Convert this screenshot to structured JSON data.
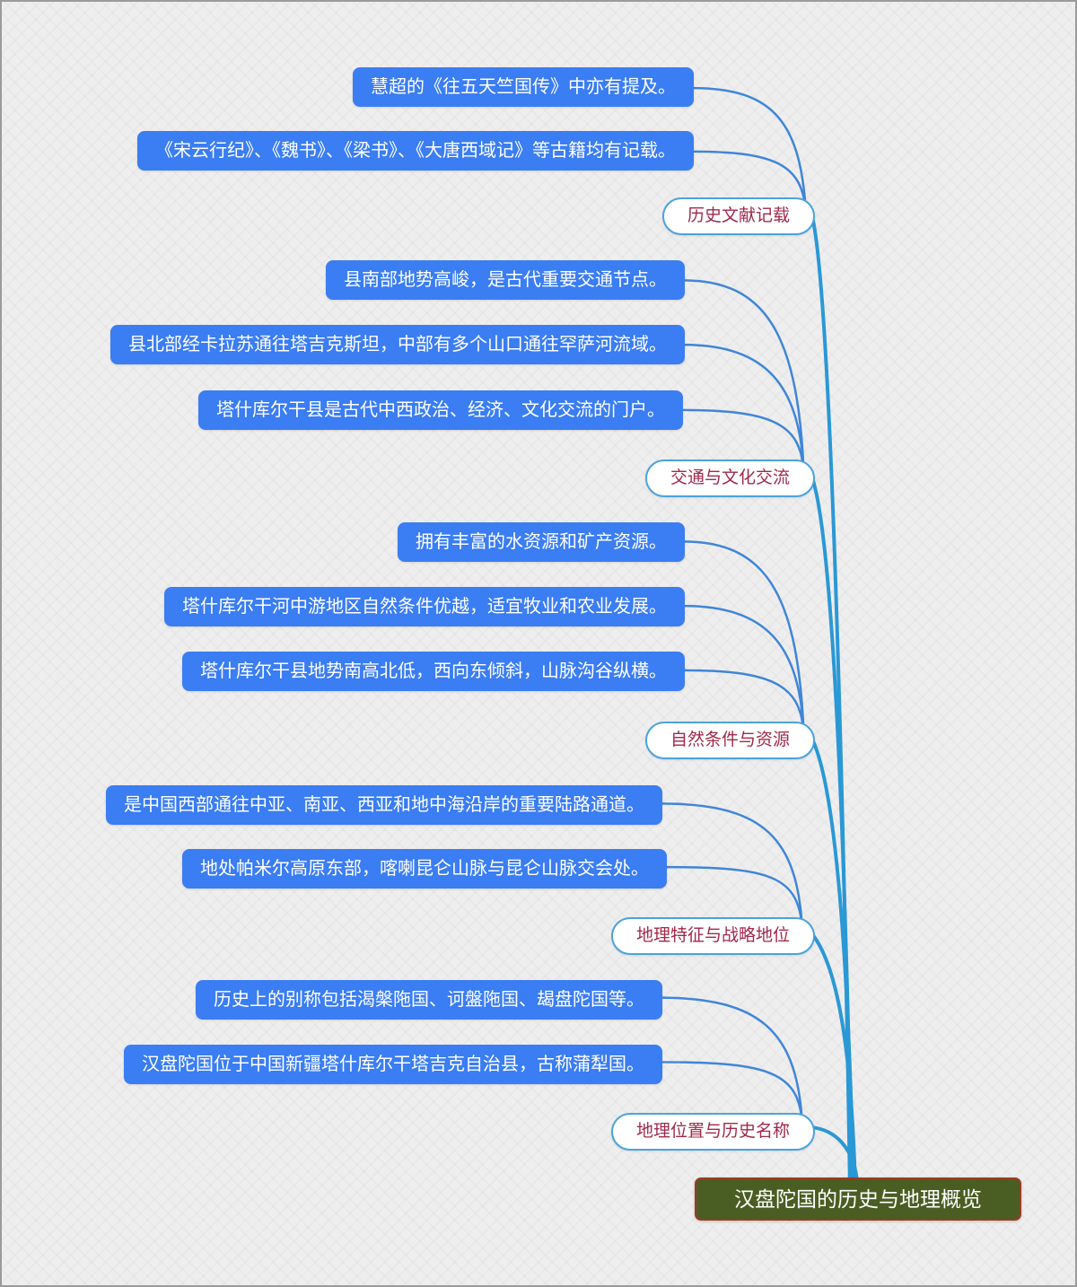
{
  "root": {
    "label": "汉盘陀国的历史与地理概览"
  },
  "branches": [
    {
      "label": "历史文献记载",
      "leaves": [
        "慧超的《往五天竺国传》中亦有提及。",
        "《宋云行纪》、《魏书》、《梁书》、《大唐西域记》等古籍均有记载。"
      ]
    },
    {
      "label": "交通与文化交流",
      "leaves": [
        "县南部地势高峻，是古代重要交通节点。",
        "县北部经卡拉苏通往塔吉克斯坦，中部有多个山口通往罕萨河流域。",
        "塔什库尔干县是古代中西政治、经济、文化交流的门户。"
      ]
    },
    {
      "label": "自然条件与资源",
      "leaves": [
        "拥有丰富的水资源和矿产资源。",
        "塔什库尔干河中游地区自然条件优越，适宜牧业和农业发展。",
        "塔什库尔干县地势南高北低，西向东倾斜，山脉沟谷纵横。"
      ]
    },
    {
      "label": "地理特征与战略地位",
      "leaves": [
        "是中国西部通往中亚、南亚、西亚和地中海沿岸的重要陆路通道。",
        "地处帕米尔高原东部，喀喇昆仑山脉与昆仑山脉交会处。"
      ]
    },
    {
      "label": "地理位置与历史名称",
      "leaves": [
        "历史上的别称包括渴槃陁国、诃盤陁国、朅盘陀国等。",
        "汉盘陀国位于中国新疆塔什库尔干塔吉克自治县，古称蒲犁国。"
      ]
    }
  ],
  "colors": {
    "leaf_fill": "#3b7df2",
    "leaf_text": "#ffffff",
    "branch_border": "#4aa3dd",
    "branch_text": "#a1294b",
    "trunk_line": "#2a98d5",
    "leaf_line": "#3f86d8",
    "root_fill": "#4a5e23",
    "root_border": "#9c3b22",
    "background": "#efeeee"
  }
}
